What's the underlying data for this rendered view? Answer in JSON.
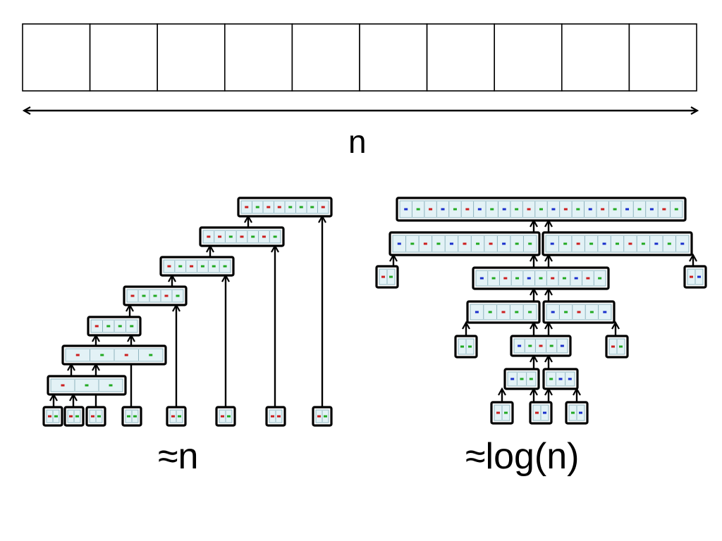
{
  "slide": {
    "array_cells": 10,
    "array_size_label": "n",
    "linear_caption": "≈n",
    "log_caption": "≈log(n)"
  },
  "colors": {
    "outline": "#000000",
    "block_fill": "#e3f2f6",
    "cell_divider": "#8fb4bf",
    "mark_red": "#cc1f1f",
    "mark_green": "#22aa22",
    "mark_blue": "#1a2fcc"
  }
}
